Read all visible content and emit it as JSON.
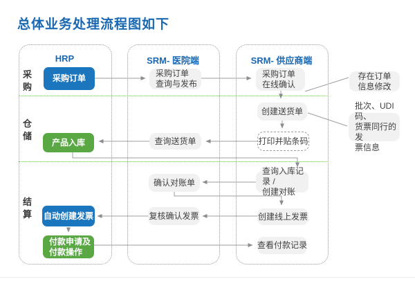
{
  "title": "总体业务处理流程图如下",
  "colors": {
    "title_blue": "#1a68b2",
    "node_blue": "#1b76bd",
    "node_green": "#5aa844",
    "node_gray_bg": "#f1f1f2",
    "lane_divider_green": "#7ec463",
    "connector_gray": "#8a8e92"
  },
  "lanes": [
    {
      "label": "采购"
    },
    {
      "label": "仓储"
    },
    {
      "label": "结算"
    }
  ],
  "columns": [
    {
      "header": "HRP"
    },
    {
      "header": "SRM- 医院端"
    },
    {
      "header": "SRM- 供应商端"
    }
  ],
  "nodes": {
    "hrp_purchase_order": {
      "label": "采购订单"
    },
    "hrp_product_inbound": {
      "label": "产品入库"
    },
    "hrp_auto_create_invoice": {
      "label": "自动创建发票"
    },
    "hrp_payment_request": {
      "label": "付款申请及\n付款操作"
    },
    "hospital_po_query_publish": {
      "label": "采购订单\n查询与发布"
    },
    "hospital_query_delivery_note": {
      "label": "查询送货单"
    },
    "hospital_confirm_statement": {
      "label": "确认对账单"
    },
    "hospital_review_confirm_invoice": {
      "label": "复核确认发票"
    },
    "supplier_po_online_confirm": {
      "label": "采购订单\n在线确认"
    },
    "supplier_create_delivery_note": {
      "label": "创建送货单"
    },
    "supplier_print_barcode": {
      "label": "打印并贴条码"
    },
    "supplier_query_inbound_create_recon": {
      "label": "查询入库记录 /\n创建对账"
    },
    "supplier_create_online_invoice": {
      "label": "创建线上发票"
    },
    "supplier_view_payment_records": {
      "label": "查看付款记录"
    }
  },
  "side_notes": {
    "order_info_modify": {
      "label": "存在订单\n信息修改"
    },
    "batch_udi_invoice_info": {
      "label": "批次、UDI 码、\n货票同行的发\n票信息"
    }
  }
}
